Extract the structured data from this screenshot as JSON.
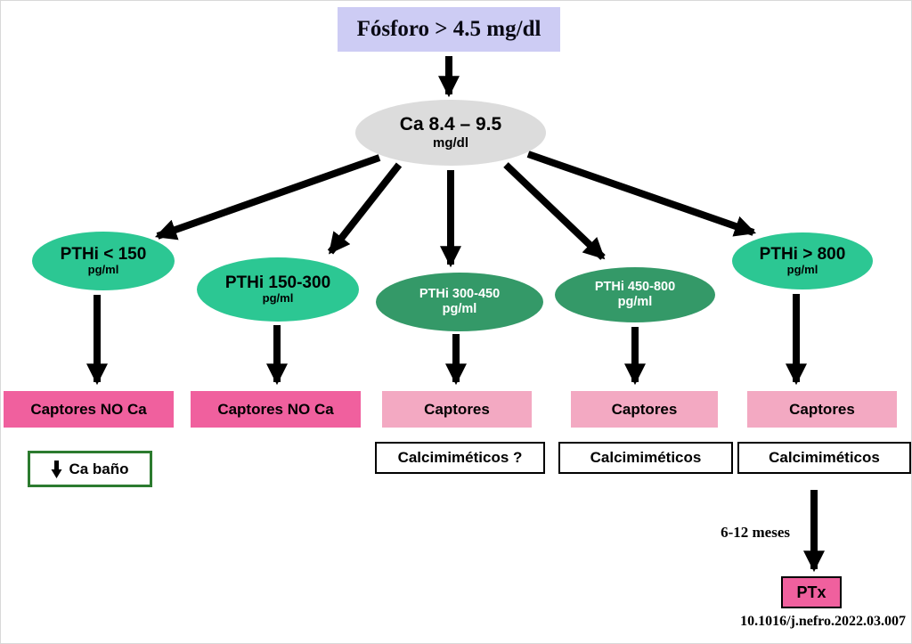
{
  "diagram": {
    "root": {
      "label": "Fósforo > 4.5 mg/dl"
    },
    "calcium": {
      "line1": "Ca 8.4 – 9.5",
      "line2": "mg/dl"
    },
    "pth_nodes": [
      {
        "line1": "PTHi < 150",
        "line2": "pg/ml",
        "variant": "light"
      },
      {
        "line1": "PTHi 150-300",
        "line2": "pg/ml",
        "variant": "light"
      },
      {
        "line1": "PTHi 300-450",
        "line2": "pg/ml",
        "variant": "dark"
      },
      {
        "line1": "PTHi 450-800",
        "line2": "pg/ml",
        "variant": "dark"
      },
      {
        "line1": "PTHi > 800",
        "line2": "pg/ml",
        "variant": "light"
      }
    ],
    "treatments": [
      {
        "label": "Captores NO Ca",
        "variant": "hot"
      },
      {
        "label": "Captores NO Ca",
        "variant": "hot"
      },
      {
        "label": "Captores",
        "variant": "lightpink"
      },
      {
        "label": "Captores",
        "variant": "lightpink"
      },
      {
        "label": "Captores",
        "variant": "lightpink"
      }
    ],
    "ca_bath": {
      "icon": "down-arrow",
      "label": "Ca baño"
    },
    "calcimimetics": [
      {
        "label": "Calcimiméticos ?"
      },
      {
        "label": "Calcimiméticos"
      },
      {
        "label": "Calcimiméticos"
      }
    ],
    "followup": {
      "duration": "6-12 meses",
      "outcome": "PTx"
    },
    "doi": "10.1016/j.nefro.2022.03.007",
    "colors": {
      "root_bg": "#cdccf4",
      "calcium_bg": "#dcdcdc",
      "pth_light_green": "#2cc793",
      "pth_dark_green": "#349968",
      "hot_pink": "#f0609e",
      "light_pink": "#f3a9c2",
      "ca_bath_border_green": "#2c7b2f",
      "arrow_black": "#000000"
    }
  }
}
